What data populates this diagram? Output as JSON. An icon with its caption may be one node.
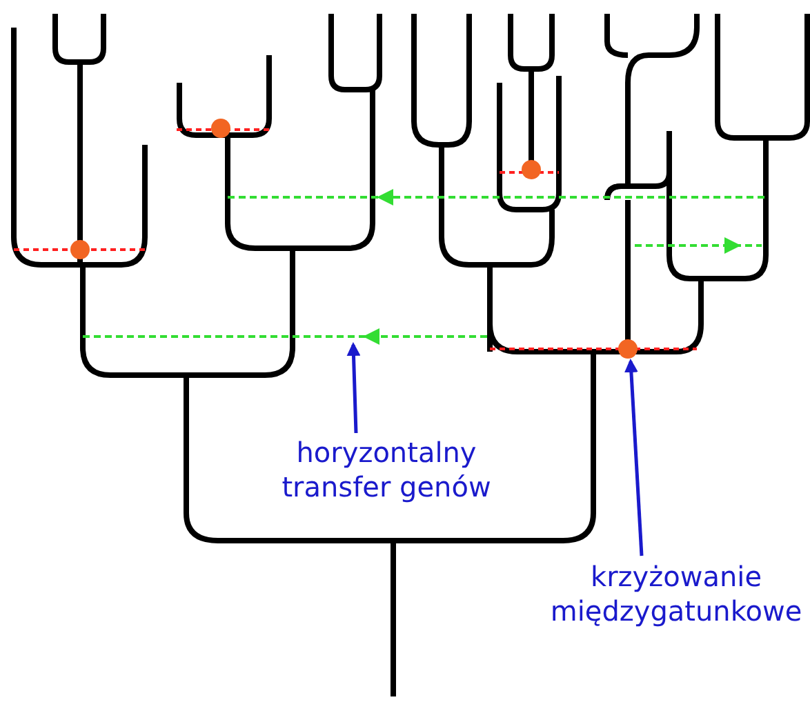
{
  "diagram": {
    "nodes": [
      {
        "text": [
          "horyzontalny transfer genów"
        ]
      },
      {
        "text": [
          "krzyżowanie międzygatunkowe"
        ]
      }
    ],
    "edges": [
      {
        "from": 0,
        "to": null,
        "arrow": "to"
      },
      {
        "from": 1,
        "to": null,
        "arrow": "to"
      }
    ]
  }
}
